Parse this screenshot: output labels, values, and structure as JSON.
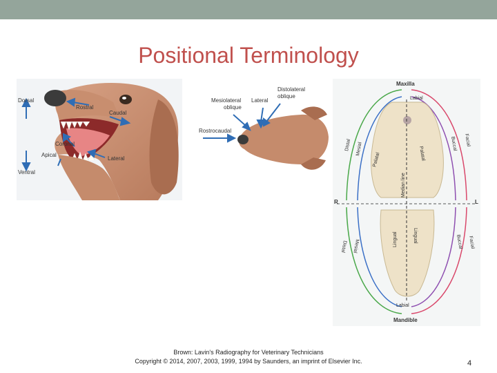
{
  "slide": {
    "title": "Positional Terminology",
    "page_number": "4",
    "colors": {
      "topbar": "#94a59b",
      "title": "#c0504d"
    }
  },
  "footer": {
    "line1": "Brown: Lavin's Radiography for Veterinary Technicians",
    "line2": "Copyright © 2014, 2007, 2003, 1999, 1994 by Saunders, an imprint of Elsevier Inc."
  },
  "dog_head": {
    "labels": {
      "dorsal": "Dorsal",
      "ventral": "Ventral",
      "rostral": "Rostral",
      "caudal": "Caudal",
      "coronal": "Coronal",
      "apical": "Apical",
      "lateral": "Lateral"
    }
  },
  "dog_top": {
    "labels": {
      "mesiolateral_1": "Mesiolateral",
      "mesiolateral_2": "oblique",
      "lateral": "Lateral",
      "distolateral_1": "Distolateral",
      "distolateral_2": "oblique",
      "rostrocaudal": "Rostrocaudal"
    }
  },
  "dental_arch": {
    "labels": {
      "maxilla": "Maxilla",
      "mandible": "Mandible",
      "right": "R",
      "left": "L",
      "labial_top": "Labial",
      "labial_bottom": "Labial",
      "distal_top": "Distal",
      "mesial_top": "Mesial",
      "palatal_left": "Palatal",
      "palatal_right": "Palatal",
      "median_line": "Median line",
      "buccal_top": "Buccal",
      "facial_top": "Facial",
      "lingual_left": "Lingual",
      "lingual_right": "Lingual",
      "distal_bottom": "Distal",
      "mesial_bottom": "Mesial",
      "buccal_bottom": "Buccal",
      "facial_bottom": "Facial"
    }
  }
}
